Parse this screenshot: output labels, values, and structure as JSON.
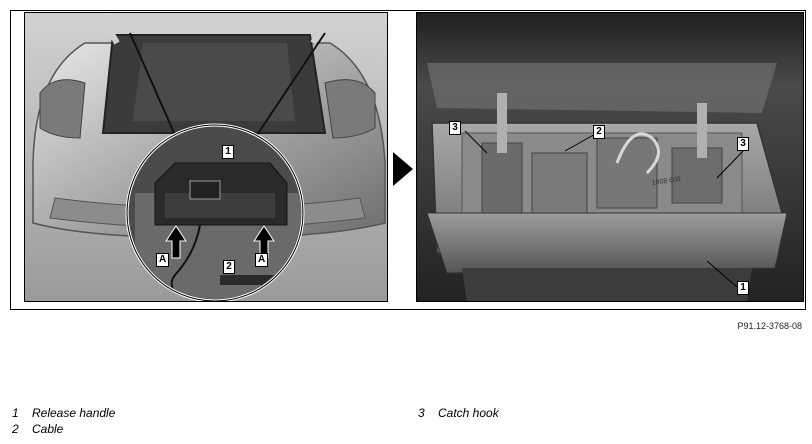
{
  "figure": {
    "reference": "P91.12-3768-08",
    "left_callouts": {
      "release_handle": "1",
      "cable": "2",
      "arrow_left": "A",
      "arrow_right": "A"
    },
    "right_callouts": {
      "catch_hook_left": "3",
      "cable": "2",
      "catch_hook_right": "3",
      "release_handle": "1"
    },
    "stamp_text": "1008 600"
  },
  "legend": [
    {
      "number": "1",
      "label": "Release handle"
    },
    {
      "number": "2",
      "label": "Cable"
    },
    {
      "number": "3",
      "label": "Catch hook"
    }
  ],
  "colors": {
    "border": "#000000",
    "photo_dark": "#2a2a2a",
    "photo_light": "#b8b8b8"
  }
}
